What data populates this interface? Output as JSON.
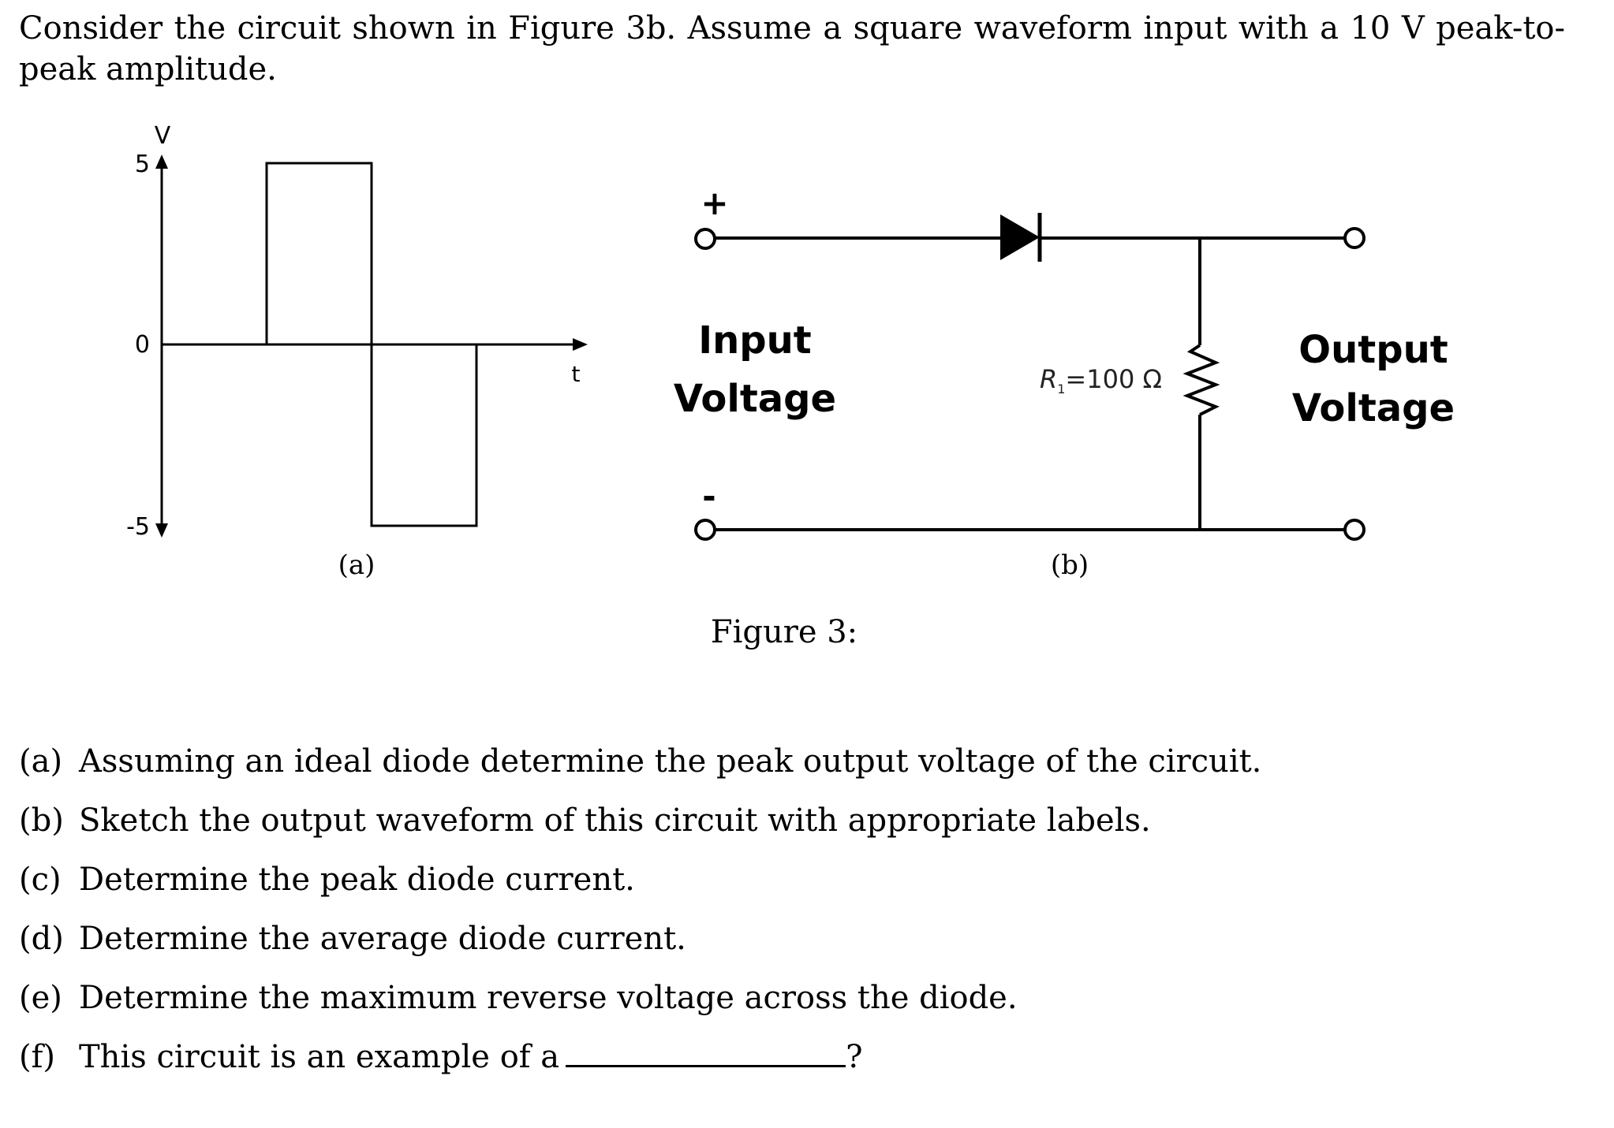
{
  "problem_intro": "Consider the circuit shown in Figure 3b.  Assume a square waveform input with a 10 V peak-to-peak amplitude.",
  "figure": {
    "caption": "Figure 3:",
    "panel_a": {
      "label": "(a)",
      "y_axis_label": "V",
      "x_axis_label": "t",
      "tick_top": "5",
      "tick_mid": "0",
      "tick_bottom": "-5"
    },
    "panel_b": {
      "label": "(b)",
      "plus_sign": "+",
      "minus_sign": "-",
      "input_label_line1": "Input",
      "input_label_line2": "Voltage",
      "output_label_line1": "Output",
      "output_label_line2": "Voltage",
      "resistor_symbol": "R",
      "resistor_subscript": "1",
      "resistor_value": "=100 Ω"
    }
  },
  "chart_data": {
    "type": "line",
    "x_axis_label": "t",
    "y_axis_label": "V",
    "y_ticks": [
      5,
      0,
      -5
    ],
    "ylim": [
      -5,
      5
    ],
    "series": [
      {
        "points": [
          [
            0,
            0
          ],
          [
            1,
            0
          ],
          [
            1,
            5
          ],
          [
            2,
            5
          ],
          [
            2,
            -5
          ],
          [
            3,
            -5
          ],
          [
            3,
            0
          ]
        ]
      }
    ]
  },
  "questions": [
    {
      "label": "(a)",
      "text": "Assuming an ideal diode determine the peak output voltage of the circuit."
    },
    {
      "label": "(b)",
      "text": "Sketch the output waveform of this circuit with appropriate labels."
    },
    {
      "label": "(c)",
      "text": "Determine the peak diode current."
    },
    {
      "label": "(d)",
      "text": "Determine the average diode current."
    },
    {
      "label": "(e)",
      "text": "Determine the maximum reverse voltage across the diode."
    },
    {
      "label": "(f)",
      "text": "This circuit is an example of a",
      "suffix": "?"
    }
  ]
}
